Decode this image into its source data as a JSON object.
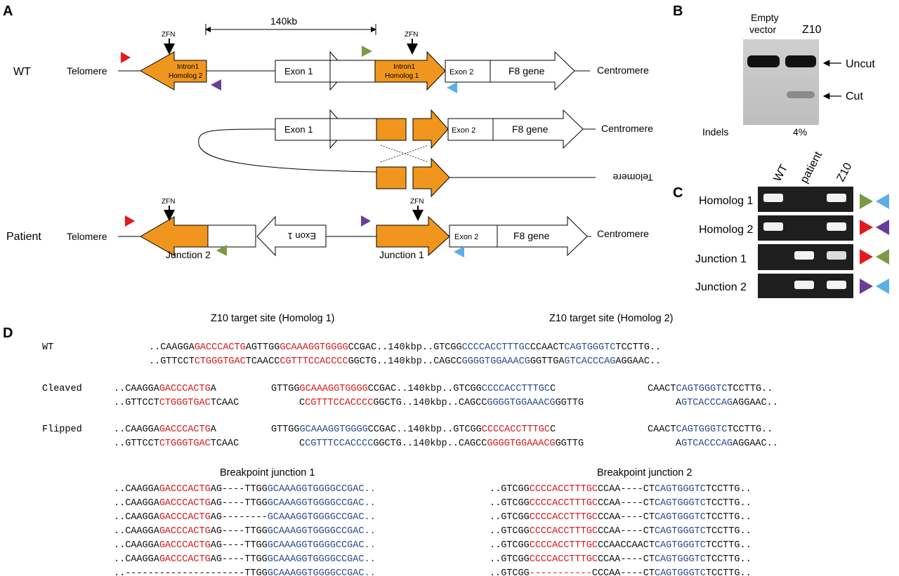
{
  "colors": {
    "orange": "#f0961e",
    "red_seq": "#d7191c",
    "blue_seq": "#2a4b8d",
    "red_tri": "#e41a1c",
    "green_tri": "#7a9a45",
    "purple_tri": "#6a3d9a",
    "blue_tri": "#5aafe6"
  },
  "panels": {
    "a": "A",
    "b": "B",
    "c": "C",
    "d": "D"
  },
  "panel_a": {
    "distance": "140kb",
    "zfn": "ZFN",
    "wt_label": "WT",
    "patient_label": "Patient",
    "telomere": "Telomere",
    "centromere": "Centromere",
    "intron1_homolog2": [
      "Intron1",
      "Homolog 2"
    ],
    "intron1_homolog1": [
      "Intron1",
      "Homolog 1"
    ],
    "exon1": "Exon 1",
    "exon2": "Exon 2",
    "f8_gene": "F8 gene",
    "junction1": "Junction 1",
    "junction2": "Junction 2"
  },
  "panel_b": {
    "lane1": [
      "Empty",
      "vector"
    ],
    "lane2": "Z10",
    "uncut": "Uncut",
    "cut": "Cut",
    "indels_label": "Indels",
    "indels_value": "4%"
  },
  "panel_c": {
    "columns": [
      "WT",
      "patient",
      "Z10"
    ],
    "rows": [
      "Homolog 1",
      "Homolog 2",
      "Junction 1",
      "Junction 2"
    ]
  },
  "panel_d": {
    "title_left": "Z10  target site  (Homolog 1)",
    "title_right": "Z10  target site  (Homolog 2)",
    "row_labels": {
      "wt": "WT",
      "cleaved": "Cleaved",
      "flipped": "Flipped"
    },
    "wt_top": [
      [
        "..CAAGGA",
        "k"
      ],
      [
        "GACCCACTG",
        "r"
      ],
      [
        "AGTTGG",
        "k"
      ],
      [
        "GCAAAGGTGGGG",
        "r"
      ],
      [
        "CCGAC..140kbp..GTCGG",
        "k"
      ],
      [
        "CCCCACCTTTGC",
        "b"
      ],
      [
        "CCAACT",
        "k"
      ],
      [
        "CAGTGGGTC",
        "b"
      ],
      [
        "TCCTTG..",
        "k"
      ]
    ],
    "wt_bottom": [
      [
        "..GTTCCT",
        "k"
      ],
      [
        "CTGGGTGAC",
        "r"
      ],
      [
        "TCAACC",
        "k"
      ],
      [
        "CGTTTCCACCCC",
        "r"
      ],
      [
        "GGCTG..140kbp..CAGCC",
        "k"
      ],
      [
        "GGGGTGGAAACG",
        "b"
      ],
      [
        "GGTTGA",
        "k"
      ],
      [
        "GTCACCCAG",
        "b"
      ],
      [
        "AGGAAC..",
        "k"
      ]
    ],
    "cleaved_top_left": [
      [
        "..CAAGGA",
        "k"
      ],
      [
        "GACCCACTG",
        "r"
      ],
      [
        "A",
        "k"
      ]
    ],
    "cleaved_top_mid": [
      [
        "GTTGG",
        "k"
      ],
      [
        "GCAAAGGTGGGG",
        "r"
      ],
      [
        "CCGAC..140kbp..GTCGG",
        "k"
      ],
      [
        "CCCCACCTTTGC",
        "b"
      ],
      [
        "C",
        "k"
      ]
    ],
    "cleaved_top_right": [
      [
        "CAACT",
        "k"
      ],
      [
        "CAGTGGGTC",
        "b"
      ],
      [
        "TCCTTG..",
        "k"
      ]
    ],
    "cleaved_bot_left": [
      [
        "..GTTCCT",
        "k"
      ],
      [
        "CTGGGTGAC",
        "r"
      ],
      [
        "TCAAC",
        "k"
      ]
    ],
    "cleaved_bot_mid": [
      [
        "C",
        "k"
      ],
      [
        "CGTTTCCACCCC",
        "r"
      ],
      [
        "GGCTG..140kbp..CAGCC",
        "k"
      ],
      [
        "GGGGTGGAAACG",
        "b"
      ],
      [
        "GGTTG",
        "k"
      ]
    ],
    "cleaved_bot_right": [
      [
        "A",
        "k"
      ],
      [
        "GTCACCCAG",
        "b"
      ],
      [
        "AGGAAC..",
        "k"
      ]
    ],
    "flipped_top_left": [
      [
        "..CAAGGA",
        "k"
      ],
      [
        "GACCCACTG",
        "r"
      ],
      [
        "A",
        "k"
      ]
    ],
    "flipped_top_mid": [
      [
        "GTTGG",
        "k"
      ],
      [
        "GCAAAGGTGGGG",
        "b"
      ],
      [
        "CCGAC..140kbp..GTCGG",
        "k"
      ],
      [
        "CCCCACCTTTGC",
        "r"
      ],
      [
        "C",
        "k"
      ]
    ],
    "flipped_top_right": [
      [
        "CAACT",
        "k"
      ],
      [
        "CAGTGGGTC",
        "b"
      ],
      [
        "TCCTTG..",
        "k"
      ]
    ],
    "flipped_bot_left": [
      [
        "..GTTCCT",
        "k"
      ],
      [
        "CTGGGTGAC",
        "r"
      ],
      [
        "TCAAC",
        "k"
      ]
    ],
    "flipped_bot_mid": [
      [
        "C",
        "k"
      ],
      [
        "CGTTTCCACCCC",
        "b"
      ],
      [
        "GGCTG..140kbp..CAGCC",
        "k"
      ],
      [
        "GGGGTGGAAACG",
        "r"
      ],
      [
        "GGTTG",
        "k"
      ]
    ],
    "flipped_bot_right": [
      [
        "A",
        "k"
      ],
      [
        "GTCACCCAG",
        "b"
      ],
      [
        "AGGAAC..",
        "k"
      ]
    ],
    "junction1_title": "Breakpoint junction 1",
    "junction2_title": "Breakpoint junction 2",
    "junction1": [
      [
        [
          "..CAAGGA",
          "k"
        ],
        [
          "GACCCACTG",
          "r"
        ],
        [
          "AG----TTGG",
          "k"
        ],
        [
          "GCAAAGGTGGGGCCGAC..",
          "b"
        ]
      ],
      [
        [
          "..CAAGGA",
          "k"
        ],
        [
          "GACCCACTG",
          "r"
        ],
        [
          "AG----TTGG",
          "k"
        ],
        [
          "GCAAAGGTGGGGCCGAC..",
          "b"
        ]
      ],
      [
        [
          "..CAAGGA",
          "k"
        ],
        [
          "GACCCACTG",
          "r"
        ],
        [
          "AG--------",
          "k"
        ],
        [
          "GCAAAGGTGGGGCCGAC..",
          "b"
        ]
      ],
      [
        [
          "..CAAGGA",
          "k"
        ],
        [
          "GACCCACTG",
          "r"
        ],
        [
          "AG----TTGG",
          "k"
        ],
        [
          "GCAAAGGTGGGGCCGAC..",
          "b"
        ]
      ],
      [
        [
          "..CAAGGA",
          "k"
        ],
        [
          "GACCCACTG",
          "r"
        ],
        [
          "AG----TTGG",
          "k"
        ],
        [
          "GCAAAGGTGGGGCCGAC..",
          "b"
        ]
      ],
      [
        [
          "..CAAGGA",
          "k"
        ],
        [
          "GACCCACTG",
          "r"
        ],
        [
          "AG----TTGG",
          "k"
        ],
        [
          "GCAAAGGTGGGGCCGAC..",
          "b"
        ]
      ],
      [
        [
          "..---------------------TTGG",
          "k"
        ],
        [
          "GCAAAGGTGGGGCCGAC..",
          "b"
        ]
      ]
    ],
    "junction2": [
      [
        [
          "..GTCGG",
          "k"
        ],
        [
          "CCCCACCTTTGC",
          "r"
        ],
        [
          "CCAA----CT",
          "k"
        ],
        [
          "CAGTGGGTC",
          "b"
        ],
        [
          "TCCTTG..",
          "k"
        ]
      ],
      [
        [
          "..GTCGG",
          "k"
        ],
        [
          "CCCCACCTTTGC",
          "r"
        ],
        [
          "CCAA----CT",
          "k"
        ],
        [
          "CAGTGGGTC",
          "b"
        ],
        [
          "TCCTTG..",
          "k"
        ]
      ],
      [
        [
          "..GTCGG",
          "k"
        ],
        [
          "CCCCACCTTTGC",
          "r"
        ],
        [
          "CCAA----CT",
          "k"
        ],
        [
          "CAGTGGGTC",
          "b"
        ],
        [
          "TCCTTG..",
          "k"
        ]
      ],
      [
        [
          "..GTCGG",
          "k"
        ],
        [
          "CCCCACCTTTGC",
          "r"
        ],
        [
          "CCAA----CT",
          "k"
        ],
        [
          "CAGTGGGTC",
          "b"
        ],
        [
          "TCCTTG..",
          "k"
        ]
      ],
      [
        [
          "..GTCGG",
          "k"
        ],
        [
          "CCCCACCTTTGC",
          "r"
        ],
        [
          "CCAACCAACT",
          "k"
        ],
        [
          "CAGTGGGTC",
          "b"
        ],
        [
          "TCCTTG..",
          "k"
        ]
      ],
      [
        [
          "..GTCGG",
          "k"
        ],
        [
          "CCCCACCTTTGC",
          "r"
        ],
        [
          "CCAA----CT",
          "k"
        ],
        [
          "CAGTGGGTC",
          "b"
        ],
        [
          "TCCTTG..",
          "k"
        ]
      ],
      [
        [
          "..GTCGG",
          "k"
        ],
        [
          "-----------",
          "r"
        ],
        [
          "CCCAA----CT",
          "k"
        ],
        [
          "CAGTGGGTC",
          "b"
        ],
        [
          "TCCTTG..",
          "k"
        ]
      ]
    ]
  }
}
